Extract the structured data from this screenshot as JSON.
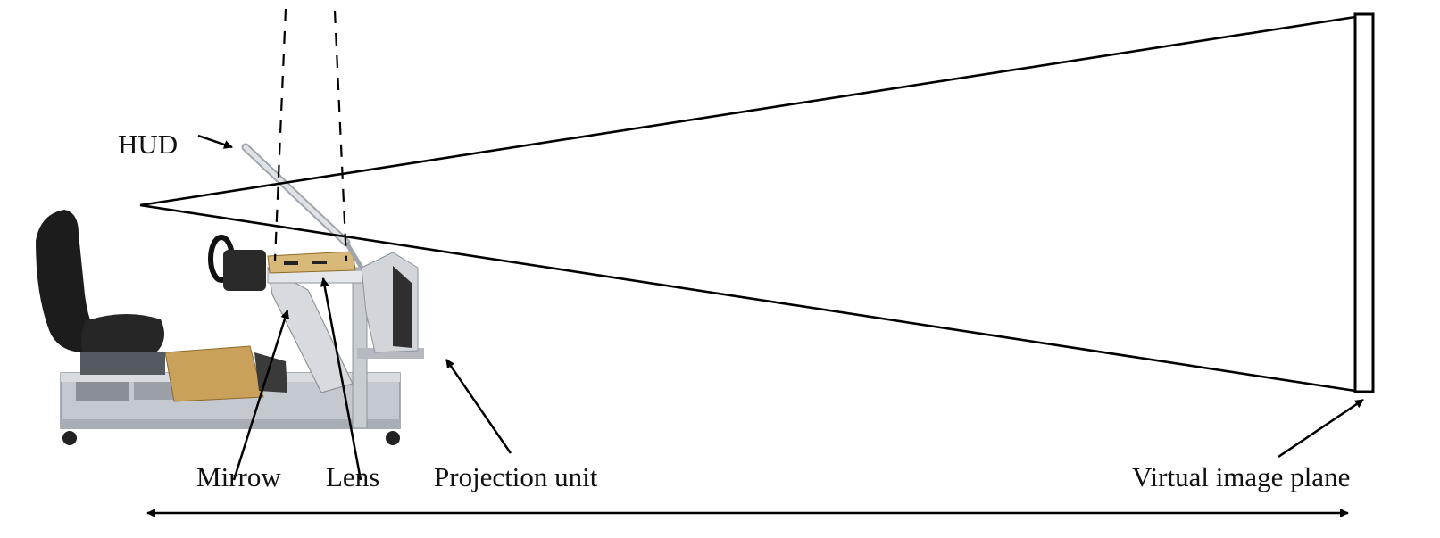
{
  "labels": {
    "hud": "HUD",
    "mirror": "Mirrow",
    "lens": "Lens",
    "projection_unit": "Projection unit",
    "virtual_image_plane": "Virtual image plane"
  },
  "colors": {
    "line": "#000000",
    "frame": "#c4c9cf",
    "frame_dark": "#9aa0a6",
    "seat": "#1c1c1c",
    "wood": "#c9a15a"
  }
}
